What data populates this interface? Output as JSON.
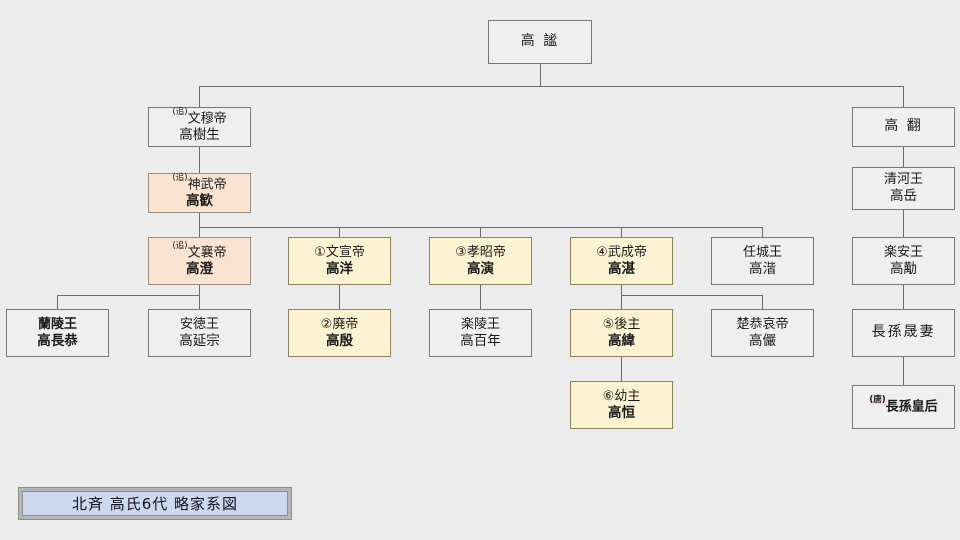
{
  "meta": {
    "title": "北斉 高氏6代 略家系図",
    "background_color": "#ececec",
    "line_color": "#6b6b6b"
  },
  "palette": {
    "plain_fill": "#efefef",
    "pink_fill": "#fbe3d2",
    "yellow_fill": "#fdf2d2",
    "title_fill": "#ccd8ed",
    "title_frame": "#b6b6b6",
    "border": "#7a7a7a",
    "text": "#1a1a1a",
    "sup_highlight": "#f6dede"
  },
  "nodes": {
    "root": {
      "line1": "高 謐",
      "line2": ""
    },
    "bunboku": {
      "sup": "(追)",
      "line1": "文穆帝",
      "line2": "高樹生"
    },
    "shinbu": {
      "sup": "(追)",
      "line1": "神武帝",
      "line2": "高歓"
    },
    "bunjo": {
      "sup": "(追)",
      "line1": "文襄帝",
      "line2": "高澄"
    },
    "bunsen": {
      "num": "①",
      "line1": "文宣帝",
      "line2": "高洋"
    },
    "kosho": {
      "num": "③",
      "line1": "孝昭帝",
      "line2": "高演"
    },
    "busei": {
      "num": "④",
      "line1": "武成帝",
      "line2": "高湛"
    },
    "ninjo": {
      "line1": "任城王",
      "line2": "高湝"
    },
    "ranryo": {
      "line1": "蘭陵王",
      "line2": "高長恭"
    },
    "antoku": {
      "line1": "安徳王",
      "line2": "高延宗"
    },
    "haitei": {
      "num": "②",
      "line1": "廃帝",
      "line2": "高殷"
    },
    "rakuryo": {
      "line1": "楽陵王",
      "line2": "高百年"
    },
    "koshu": {
      "num": "⑤",
      "line1": "後主",
      "line2": "高緯"
    },
    "sokyo": {
      "line1": "楚恭哀帝",
      "line2": "高儼"
    },
    "yoshu": {
      "num": "⑥",
      "line1": "幼主",
      "line2": "高恒"
    },
    "kohon": {
      "line1": "高 翻",
      "line2": ""
    },
    "seika": {
      "line1": "清河王",
      "line2": "高岳"
    },
    "rakuan": {
      "line1": "楽安王",
      "line2": "高勱"
    },
    "chosonsai": {
      "line1": "長孫晟妻",
      "line2": ""
    },
    "chosonkogo": {
      "sup": "(唐)",
      "line1": "長孫皇后",
      "line2": ""
    }
  },
  "legend": {
    "title_text": "北斉  高氏6代  略家系図"
  }
}
